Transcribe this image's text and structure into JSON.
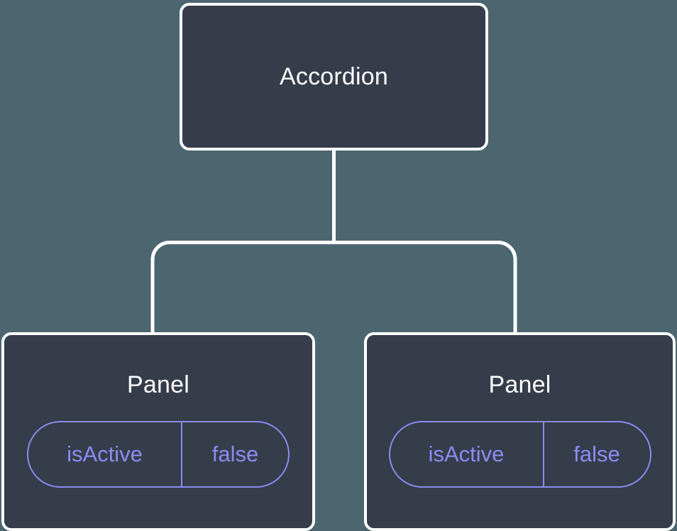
{
  "canvas": {
    "background_color": "#4c666f",
    "node_fill_color": "#353c4a",
    "node_border_color": "#ffffff",
    "connector_color": "#ffffff",
    "accent_color": "#8b8cf2"
  },
  "tree": {
    "root": {
      "title": "Accordion"
    },
    "children": [
      {
        "title": "Panel",
        "state": {
          "key": "isActive",
          "value": "false"
        }
      },
      {
        "title": "Panel",
        "state": {
          "key": "isActive",
          "value": "false"
        }
      }
    ]
  }
}
